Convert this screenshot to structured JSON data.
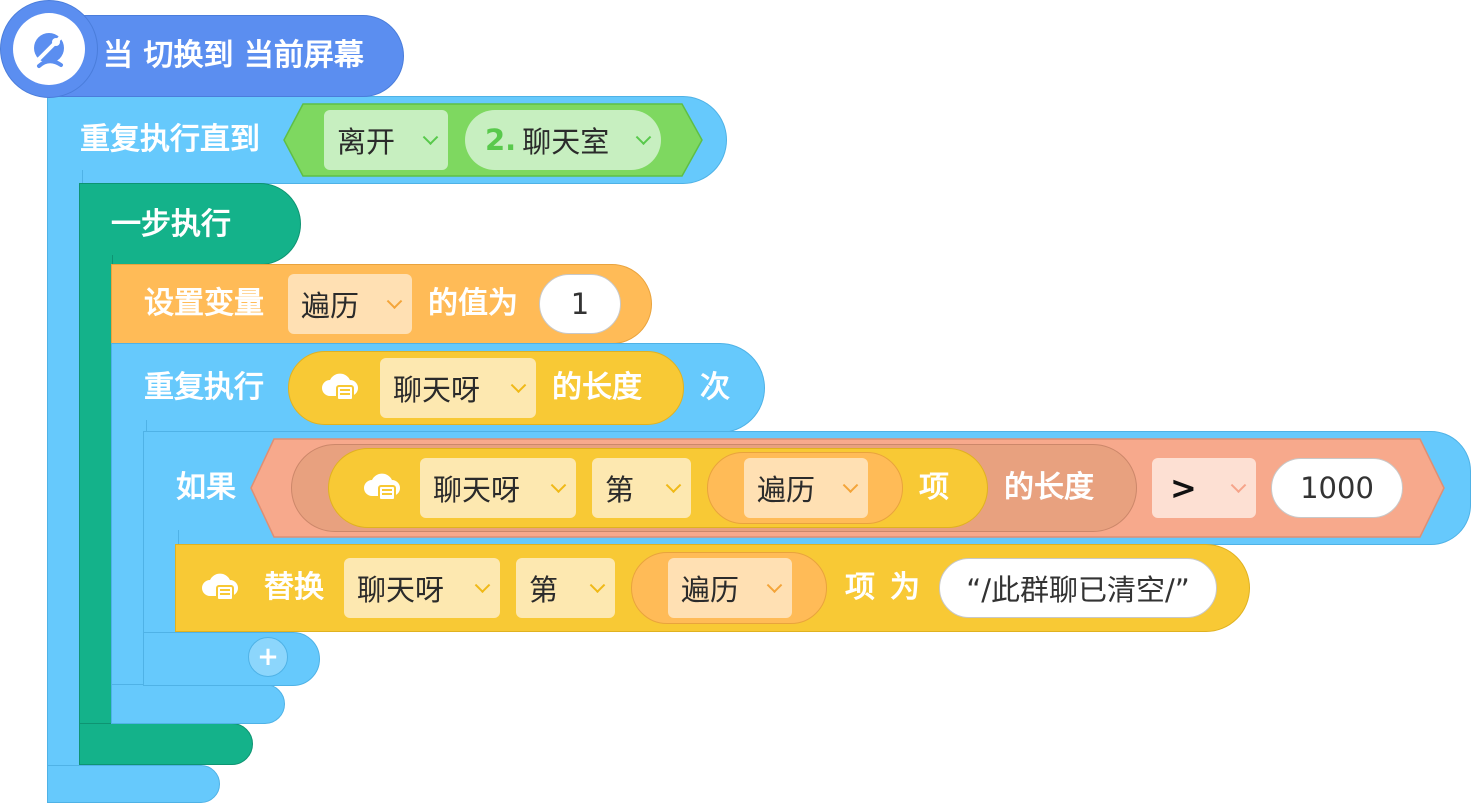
{
  "event": {
    "label": "当 切换到 当前屏幕"
  },
  "repeat_until": {
    "label": "重复执行直到",
    "condition_event": "离开",
    "condition_screen": "2. 聊天室",
    "screen_number": "2.",
    "screen_name": "聊天室"
  },
  "step_block": {
    "label": "一步执行"
  },
  "set_variable": {
    "label": "设置变量",
    "variable": "遍历",
    "label_to": "的值为",
    "value": "1"
  },
  "repeat_times": {
    "label": "重复执行",
    "list": "聊天呀",
    "length_label": "的长度",
    "times_label": "次"
  },
  "if_block": {
    "label": "如果",
    "list": "聊天呀",
    "nth_label": "第",
    "index_var": "遍历",
    "item_label": "项",
    "length_label": "的长度",
    "operator": ">",
    "compare_value": "1000"
  },
  "replace_block": {
    "label": "替换",
    "list": "聊天呀",
    "nth_label": "第",
    "index_var": "遍历",
    "item_label": "项",
    "as_label": "为",
    "value": "“/此群聊已清空/”"
  },
  "add_button": {
    "label": "+"
  },
  "colors": {
    "event": "#5b8ef0",
    "control_blue": "#66c9fc",
    "step_teal": "#14b28a",
    "variable_orange": "#ffbb57",
    "cloud_list_yellow": "#f8c935",
    "operator_salmon": "#f7a98c",
    "condition_green": "#7ed860"
  }
}
